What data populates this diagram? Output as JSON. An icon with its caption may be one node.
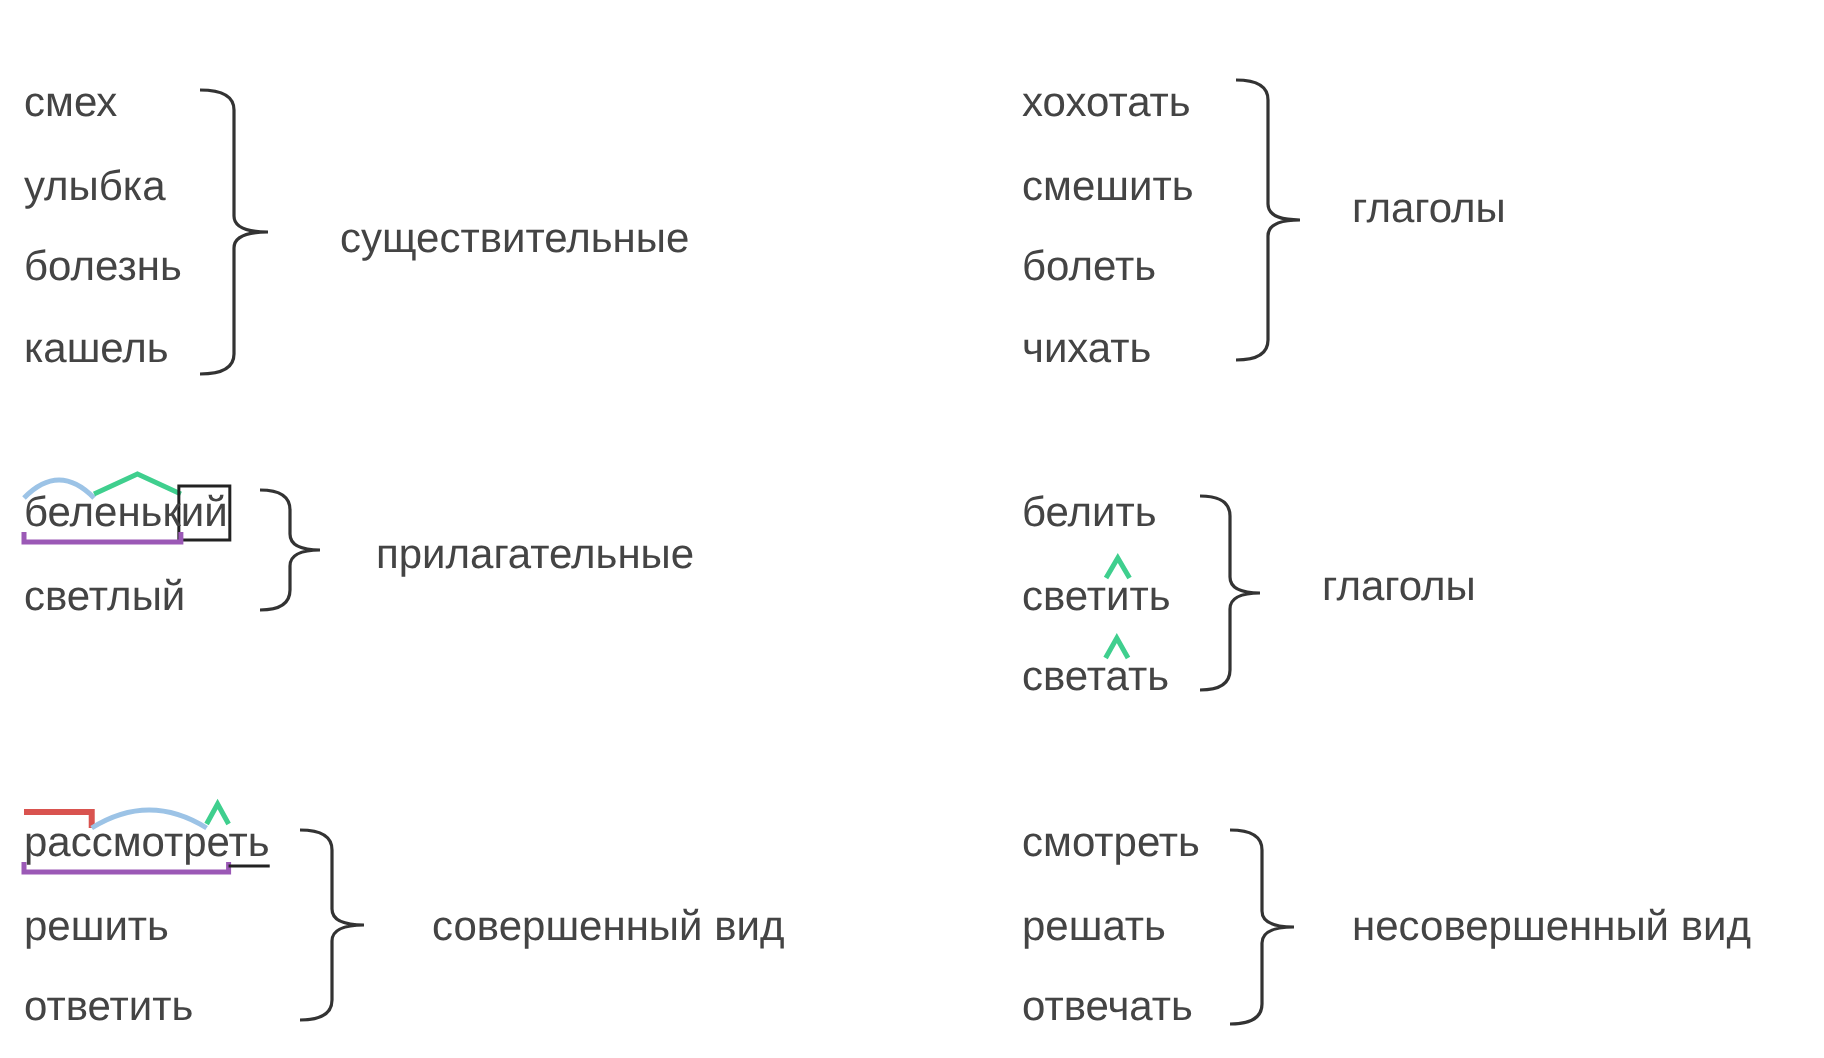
{
  "diagram": {
    "labels": [
      "смех",
      "улыбка",
      "болезнь",
      "кашель",
      "существительные",
      "хохотать",
      "смешить",
      "болеть",
      "чихать",
      "глаголы",
      "беленький",
      "светлый",
      "прилагательные",
      "белить",
      "светить",
      "светать",
      "глаголы",
      "рассмотреть",
      "решить",
      "ответить",
      "совершенный вид",
      "смотреть",
      "решать",
      "отвечать",
      "несовершенный вид"
    ]
  }
}
